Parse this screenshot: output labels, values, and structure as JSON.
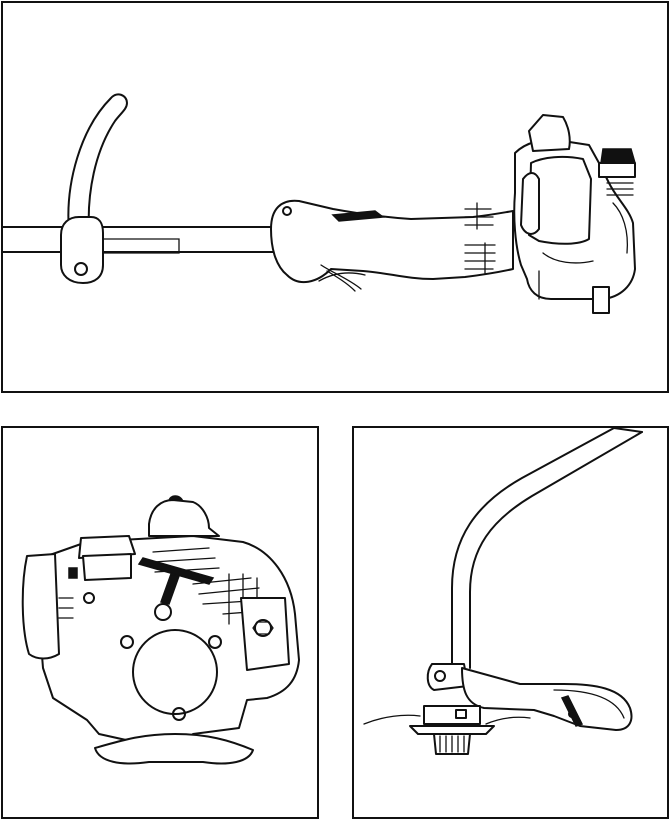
{
  "document": {
    "figures": [
      {
        "id": "trimmer-side-view",
        "icon": "string-trimmer-powerhead-illustration"
      },
      {
        "id": "engine-starter-view",
        "icon": "engine-recoil-starter-illustration"
      },
      {
        "id": "cutting-head-view",
        "icon": "trimmer-head-and-guard-illustration"
      }
    ]
  }
}
